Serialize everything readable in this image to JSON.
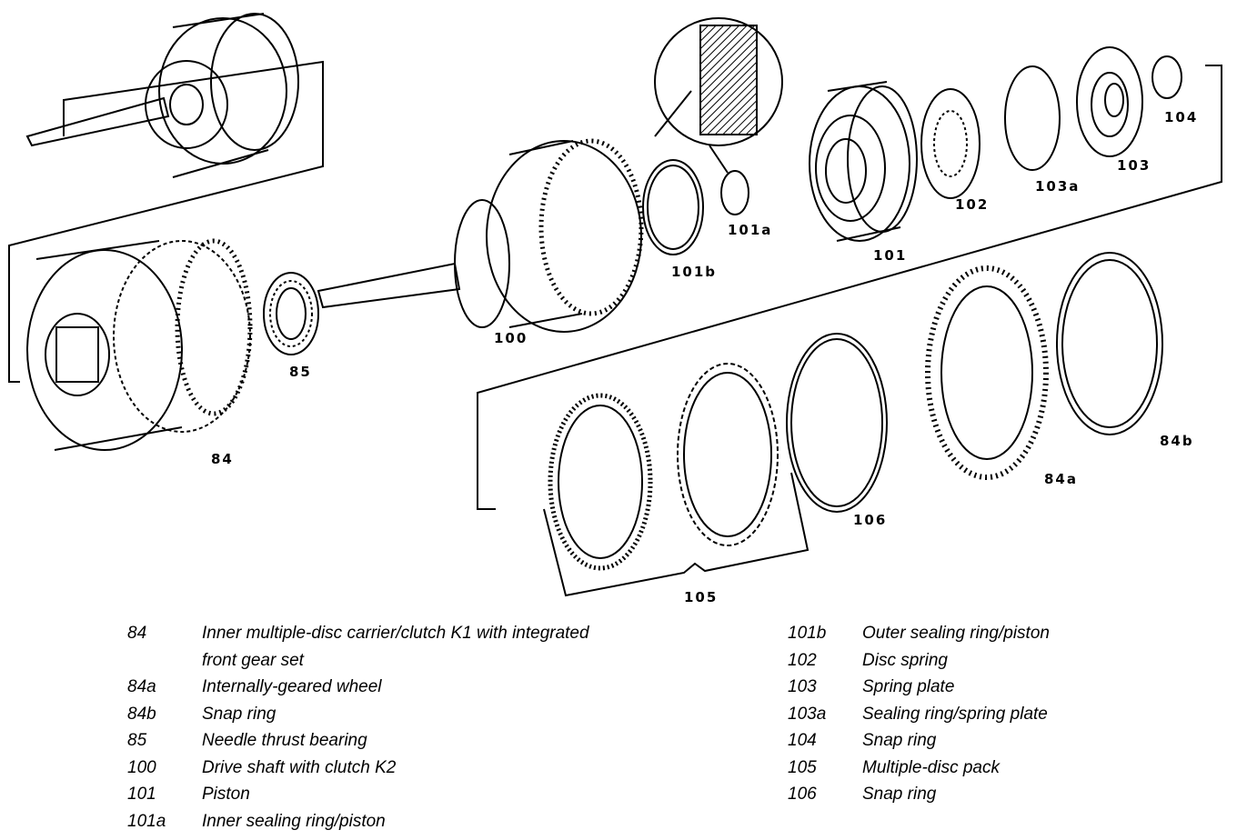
{
  "callouts": {
    "c84": "84",
    "c84a": "84a",
    "c84b": "84b",
    "c85": "85",
    "c100": "100",
    "c101": "101",
    "c101a": "101a",
    "c101b": "101b",
    "c102": "102",
    "c103": "103",
    "c103a": "103a",
    "c104": "104",
    "c105": "105",
    "c106": "106"
  },
  "legend_left": [
    {
      "num": "84",
      "desc": "Inner multiple-disc carrier/clutch K1 with integrated"
    },
    {
      "num": "",
      "desc": "front gear set"
    },
    {
      "num": "84a",
      "desc": "Internally-geared wheel"
    },
    {
      "num": "84b",
      "desc": "Snap ring"
    },
    {
      "num": "85",
      "desc": "Needle thrust bearing"
    },
    {
      "num": "100",
      "desc": "Drive shaft with clutch K2"
    },
    {
      "num": "101",
      "desc": "Piston"
    },
    {
      "num": "101a",
      "desc": "Inner sealing ring/piston"
    }
  ],
  "legend_right": [
    {
      "num": "101b",
      "desc": "Outer sealing ring/piston"
    },
    {
      "num": "102",
      "desc": "Disc spring"
    },
    {
      "num": "103",
      "desc": "Spring plate"
    },
    {
      "num": "103a",
      "desc": "Sealing ring/spring plate"
    },
    {
      "num": "104",
      "desc": "Snap ring"
    },
    {
      "num": "105",
      "desc": "Multiple-disc pack"
    },
    {
      "num": "106",
      "desc": "Snap ring"
    }
  ]
}
